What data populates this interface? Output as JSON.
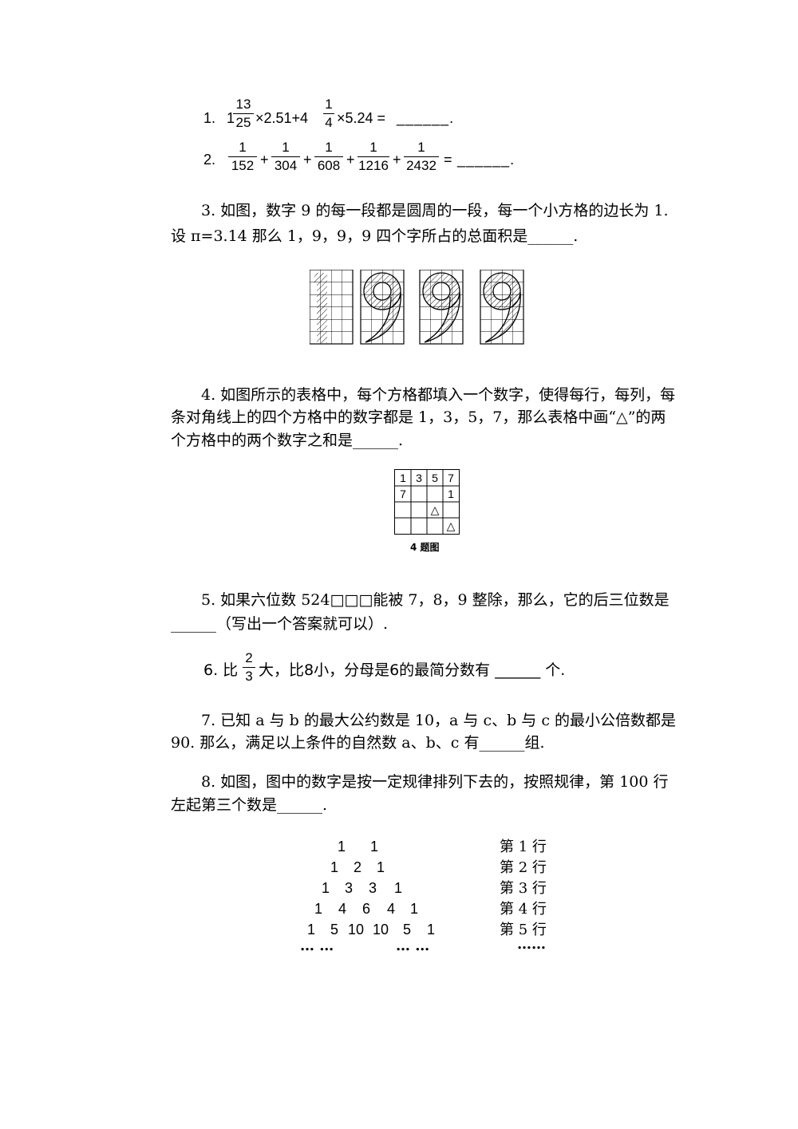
{
  "q1": {
    "num": "1.",
    "whole1": "1",
    "n1": "13",
    "d1": "25",
    "times1": "×2.51+4",
    "n2": "1",
    "d2": "4",
    "tail": "×5.24 =",
    "blank": "______."
  },
  "q2": {
    "num": "2.",
    "fractions": [
      {
        "n": "1",
        "d": "152"
      },
      {
        "n": "1",
        "d": "304"
      },
      {
        "n": "1",
        "d": "608"
      },
      {
        "n": "1",
        "d": "1216"
      },
      {
        "n": "1",
        "d": "2432"
      }
    ],
    "plus": "+",
    "eq": "=",
    "blank": "______."
  },
  "q3": {
    "line1": "3. 如图，数字 9 的每一段都是圆周的一段，每一个小方格的边长为 1.",
    "line2": "设 π=3.14 那么 1，9，9，9 四个字所占的总面积是______."
  },
  "q4": {
    "line1": "4. 如图所示的表格中，每个方格都填入一个数字，使得每行，每列，每",
    "line2": "条对角线上的四个方格中的数字都是 1，3，5，7，那么表格中画“△”的两",
    "line3": "个方格中的两个数字之和是______.",
    "grid": [
      [
        "1",
        "3",
        "5",
        "7"
      ],
      [
        "7",
        "",
        "",
        "1"
      ],
      [
        "",
        "",
        "△",
        ""
      ],
      [
        "",
        "",
        "",
        "△"
      ]
    ],
    "caption": "4 题图"
  },
  "q5": {
    "line1": "5. 如果六位数 524□□□能被 7，8，9 整除，那么，它的后三位数是",
    "line2": "______（写出一个答案就可以）."
  },
  "q6": {
    "pre": "6. 比",
    "n": "2",
    "d": "3",
    "post": "大，比8小，分母是6的最简分数有 ______ 个."
  },
  "q7": {
    "line1": "7. 已知 a 与 b 的最大公约数是 10，a 与 c、b 与 c 的最小公倍数都是",
    "line2": "90. 那么，满足以上条件的自然数 a、b、c 有______组."
  },
  "q8": {
    "line1": "8. 如图，图中的数字是按一定规律排列下去的，按照规律，第 100 行",
    "line2": "左起第三个数是______.",
    "rows": [
      [
        "1",
        "1"
      ],
      [
        "1",
        "2",
        "1"
      ],
      [
        "1",
        "3",
        "3",
        "1"
      ],
      [
        "1",
        "4",
        "6",
        "4",
        "1"
      ],
      [
        "1",
        "5",
        "10",
        "10",
        "5",
        "1"
      ]
    ],
    "row_labels": [
      "第 1 行",
      "第 2 行",
      "第 3 行",
      "第 4 行",
      "第 5 行"
    ],
    "dots_left": "… …",
    "dots_right": "… …",
    "dots_label": "……"
  }
}
